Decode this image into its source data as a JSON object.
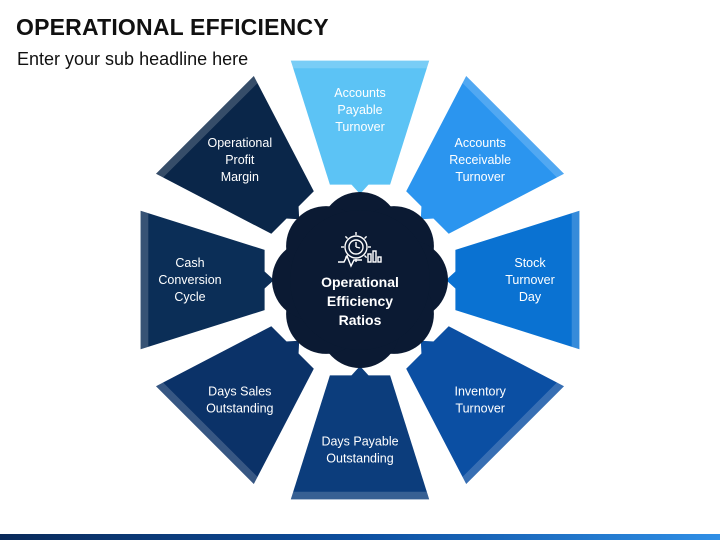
{
  "header": {
    "title": "OPERATIONAL EFFICIENCY",
    "subtitle": "Enter your sub headline here"
  },
  "center": {
    "lines": [
      "Operational",
      "Efficiency",
      "Ratios"
    ],
    "icon": "gear-clock-chart-icon",
    "color": "#0b1a33"
  },
  "segments": [
    {
      "id": "accounts-payable-turnover",
      "lines": [
        "Accounts",
        "Payable",
        "Turnover"
      ],
      "color": "#5cc3f5"
    },
    {
      "id": "accounts-receivable-turnover",
      "lines": [
        "Accounts",
        "Receivable",
        "Turnover"
      ],
      "color": "#2b95ef"
    },
    {
      "id": "stock-turnover-day",
      "lines": [
        "Stock",
        "Turnover",
        "Day"
      ],
      "color": "#0a72d2"
    },
    {
      "id": "inventory-turnover",
      "lines": [
        "Inventory",
        "Turnover"
      ],
      "color": "#0b4fa3"
    },
    {
      "id": "days-payable-outstanding",
      "lines": [
        "Days Payable",
        "Outstanding"
      ],
      "color": "#0c3d7c"
    },
    {
      "id": "days-sales-outstanding",
      "lines": [
        "Days Sales",
        "Outstanding"
      ],
      "color": "#0b3268"
    },
    {
      "id": "cash-conversion-cycle",
      "lines": [
        "Cash",
        "Conversion",
        "Cycle"
      ],
      "color": "#0b2e57"
    },
    {
      "id": "operational-profit-margin",
      "lines": [
        "Operational",
        "Profit",
        "Margin"
      ],
      "color": "#0a2649"
    }
  ]
}
